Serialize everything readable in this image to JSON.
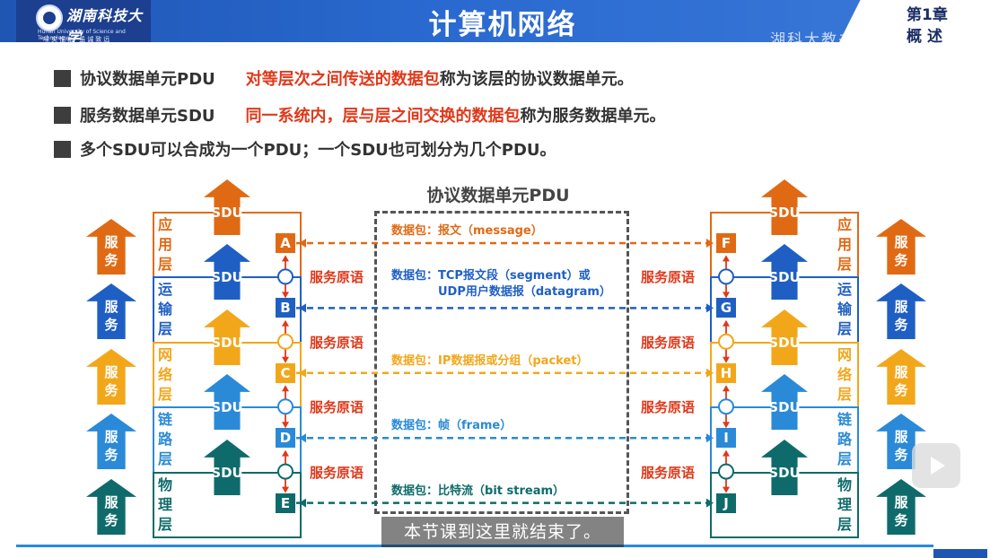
{
  "header": {
    "university": "湖南科技大学",
    "university_en": "Hunan University of Science and Technology",
    "motto": "味实惟新  虽诚致远",
    "title": "计算机网络",
    "chapter_number": "第1章",
    "chapter_name": "概述",
    "watermark": "湖科大教书匠"
  },
  "bullets": [
    {
      "term": "协议数据单元PDU",
      "highlight": "对等层次之间传送的数据包",
      "rest": "称为该层的协议数据单元。"
    },
    {
      "term": "服务数据单元SDU",
      "highlight": "同一系统内，层与层之间交换的数据包",
      "rest": "称为服务数据单元。"
    },
    {
      "term": "多个SDU可以合成为一个PDU；一个SDU也可划分为几个PDU。",
      "highlight": "",
      "rest": ""
    }
  ],
  "diagram": {
    "pdu_title": "协议数据单元PDU",
    "sdu_label": "SDU",
    "service_label": "服务",
    "primitive_label": "服务原语",
    "colors": {
      "app": "#e06a14",
      "transport": "#1f5fc4",
      "network": "#f2a71b",
      "link": "#2a8ad8",
      "physical": "#0f6b6b",
      "primitive_red": "#e0381a"
    },
    "layers": [
      {
        "name": "应用层",
        "left_sap": "A",
        "right_sap": "F",
        "packet_prefix": "数据包：",
        "packet_text": "报文（message）",
        "packet_text2": ""
      },
      {
        "name": "运输层",
        "left_sap": "B",
        "right_sap": "G",
        "packet_prefix": "数据包：",
        "packet_text": "TCP报文段（segment）或",
        "packet_text2": "UDP用户数据报（datagram）"
      },
      {
        "name": "网络层",
        "left_sap": "C",
        "right_sap": "H",
        "packet_prefix": "数据包：",
        "packet_text": "IP数据报或分组（packet）",
        "packet_text2": ""
      },
      {
        "name": "链路层",
        "left_sap": "D",
        "right_sap": "I",
        "packet_prefix": "数据包：",
        "packet_text": "帧（frame）",
        "packet_text2": ""
      },
      {
        "name": "物理层",
        "left_sap": "E",
        "right_sap": "J",
        "packet_prefix": "数据包：",
        "packet_text": "比特流（bit stream）",
        "packet_text2": ""
      }
    ]
  },
  "subtitle": "本节课到这里就结束了。"
}
